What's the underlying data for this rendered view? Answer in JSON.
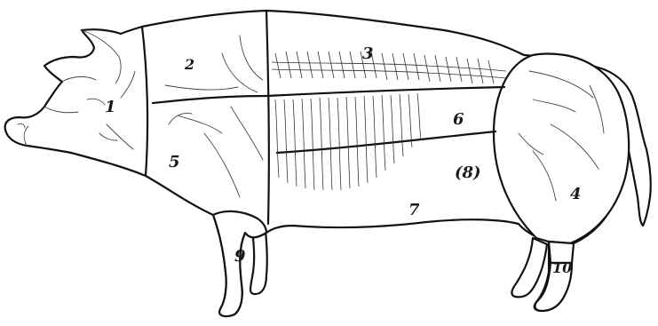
{
  "cuts": [
    {
      "id": "1",
      "label": "1"
    },
    {
      "id": "2",
      "label": "2"
    },
    {
      "id": "3",
      "label": "3"
    },
    {
      "id": "4",
      "label": "4"
    },
    {
      "id": "5",
      "label": "5"
    },
    {
      "id": "6",
      "label": "6"
    },
    {
      "id": "7",
      "label": "7"
    },
    {
      "id": "8",
      "label": "(8)"
    },
    {
      "id": "9",
      "label": "9"
    },
    {
      "id": "10",
      "label": "10"
    }
  ]
}
